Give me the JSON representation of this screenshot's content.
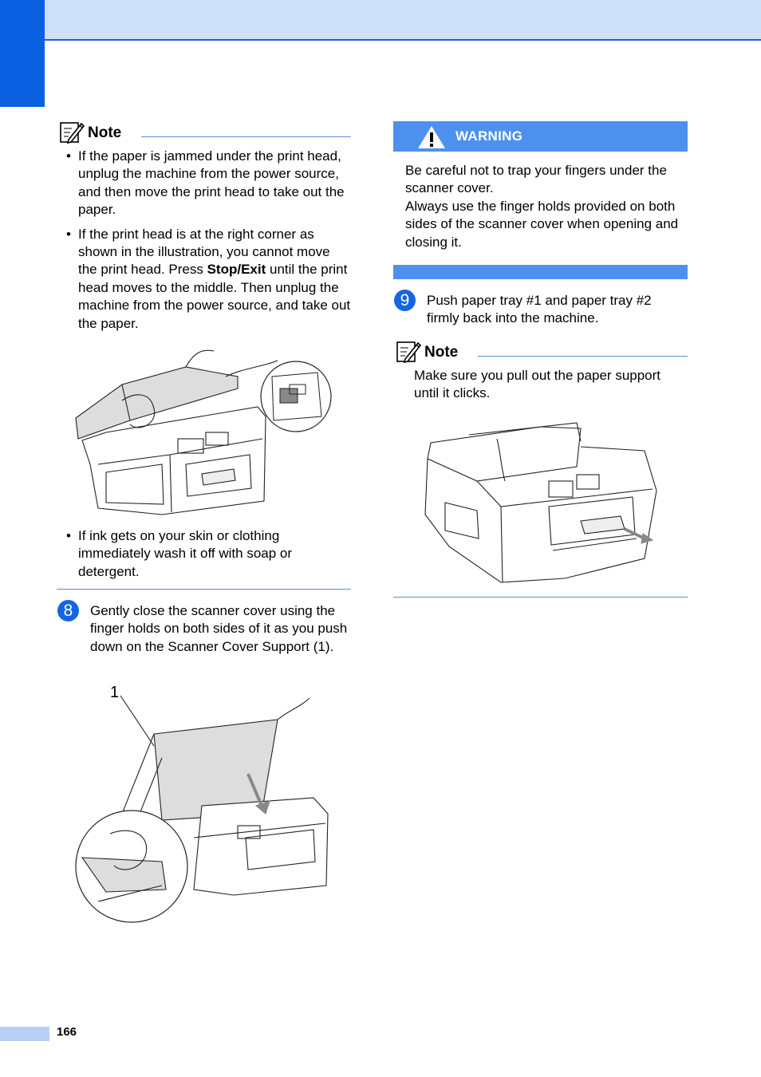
{
  "page": {
    "number": "166"
  },
  "left_column": {
    "note1": {
      "heading": "Note",
      "bullets": [
        "If the paper is jammed under the print head, unplug the machine from the power source, and then move the print head to take out the paper.",
        "If the print head is at the right corner as shown in the illustration, you cannot move the print head. Press Stop/Exit until the print head moves to the middle. Then unplug the machine from the power source, and take out the paper.",
        "If ink gets on your skin or clothing immediately wash it off with soap or detergent."
      ],
      "bullet2_parts": {
        "before": "If the print head is at the right corner as shown in the illustration, you cannot move the print head. Press ",
        "bold": "Stop/Exit",
        "after": " until the print head moves to the middle. Then unplug the machine from the power source, and take out the paper."
      }
    },
    "step8": {
      "number": "8",
      "text": "Gently close the scanner cover using the finger holds on both sides of it as you push down on the Scanner Cover Support (1).",
      "callout": "1"
    }
  },
  "right_column": {
    "warning": {
      "label": "WARNING",
      "line1": "Be careful not to trap your fingers under the scanner cover.",
      "line2": "Always use the finger holds provided on both sides of the scanner cover when opening and closing it."
    },
    "step9": {
      "number": "9",
      "text": "Push paper tray #1 and paper tray #2 firmly back into the machine."
    },
    "note2": {
      "heading": "Note",
      "text": "Make sure you pull out the paper support until it clicks."
    }
  },
  "colors": {
    "accent": "#0a60e0",
    "band": "#cfe0fb",
    "warning": "#4d91ee",
    "rule": "#5a8fd8"
  },
  "icons": [
    "note-pencil-icon",
    "warning-triangle-icon"
  ]
}
